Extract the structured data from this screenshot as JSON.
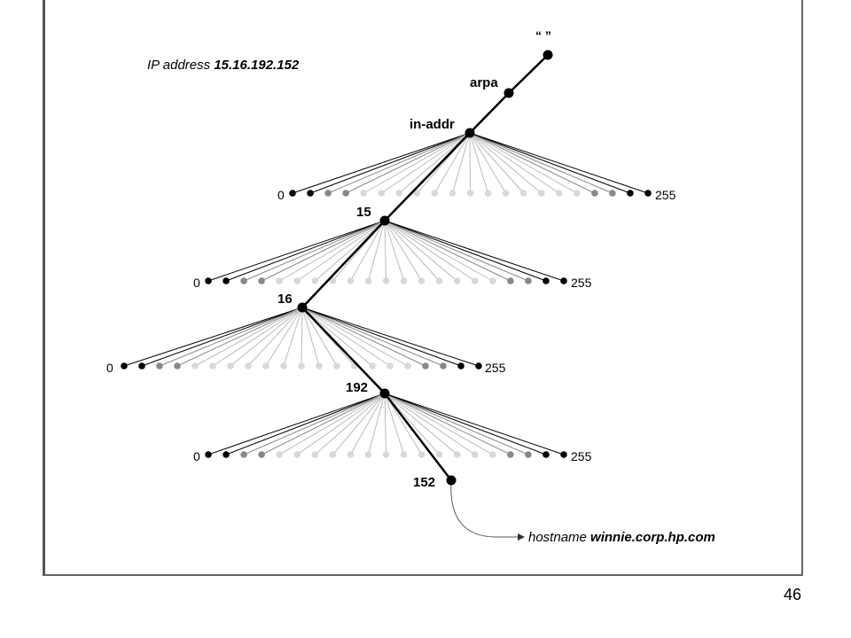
{
  "caption": {
    "prefix": "IP address",
    "address": "15.16.192.152"
  },
  "tree": {
    "root_label": "“ ”",
    "path_labels": [
      "arpa",
      "in-addr",
      "15",
      "16",
      "192",
      "152"
    ],
    "range_start": "0",
    "range_end": "255"
  },
  "result": {
    "prefix": "hostname",
    "hostname": "winnie.corp.hp.com"
  },
  "page_number": "46",
  "colors": {
    "line": "#000000",
    "fan_light": "#bbbbbb",
    "fan_mid": "#888888",
    "dot_dark": "#000000",
    "dot_light": "#d8d8d8"
  }
}
